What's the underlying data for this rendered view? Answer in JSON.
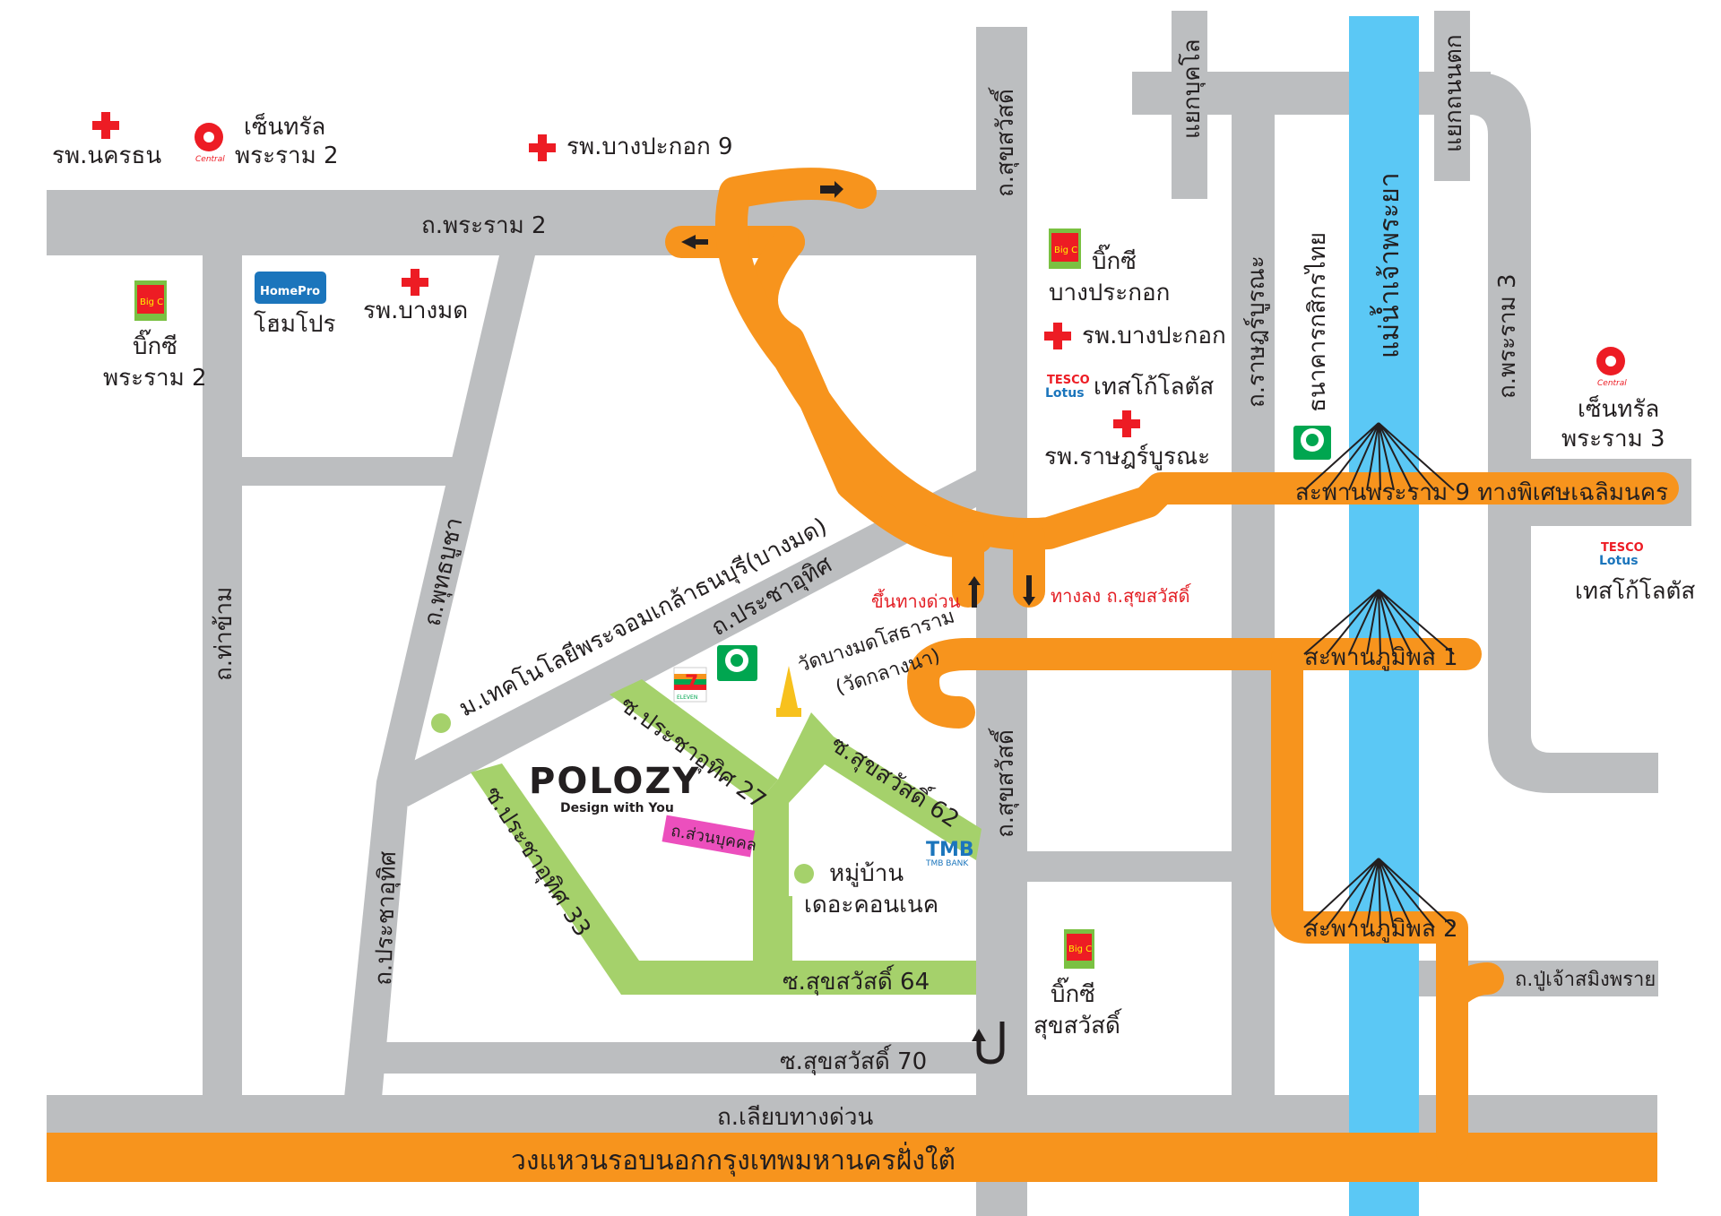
{
  "colors": {
    "road": "#bcbec0",
    "expressway": "#f7941d",
    "soi": "#a5d16b",
    "river": "#5bc8f5",
    "hospital": "#ed1c24",
    "dot": "#a5d16b",
    "private_road": "#ec4fbd"
  },
  "roads": {
    "rama2": "ถ.พระราม 2",
    "suksawat_top": "ถ.สุขสวัสดิ์",
    "suksawat_mid": "ถ.สุขสวัสดิ์",
    "tha_kham": "ถ.ท่าข้าม",
    "phutthabucha": "ถ.พุทธบูชา",
    "pracha_uthit": "ถ.ประชาอุทิศ",
    "pracha_uthit_diag": "ถ.ประชาอุทิศ",
    "rat_burana": "ถ.ราษฎร์บูรณะ",
    "rama3": "ถ.พระราม 3",
    "kaset_junction_left": "แยกบุคโล",
    "kaset_junction_right": "แยกถนนตก",
    "frontage": "ถ.เลียบทางด่วน",
    "outer_ring": "วงแหวนรอบนอกกรุงเทพมหานครฝั่งใต้",
    "puchao": "ถ.ปู่เจ้าสมิงพราย",
    "private_road": "ถ.ส่วนบุคคล"
  },
  "soi": {
    "pracha_uthit_27": "ซ.ประชาอุทิศ 27",
    "pracha_uthit_33": "ซ.ประชาอุทิศ 33",
    "suksawat_62": "ซ.สุขสวัสดิ์ 62",
    "suksawat_64": "ซ.สุขสวัสดิ์ 64",
    "suksawat_70": "ซ.สุขสวัสดิ์ 70"
  },
  "bridges": {
    "rama9": "สะพานพระราม 9  ทางพิเศษเฉลิมนคร",
    "bhumibol1": "สะพานภูมิพล 1",
    "bhumibol2": "สะพานภูมิพล 2"
  },
  "river": "แม่น้ำเจ้าพระยา",
  "ramps": {
    "up": "ขึ้นทางด่วน",
    "down": "ทางลง ถ.สุขสวัสดิ์"
  },
  "places": {
    "hosp_nakhon_thon": "รพ.นครธน",
    "central_rama2_l1": "เซ็นทรัล",
    "central_rama2_l2": "พระราม 2",
    "hosp_bangpakok9": "รพ.บางปะกอก 9",
    "bigc_rama2_l1": "บิ๊กซี",
    "bigc_rama2_l2": "พระราม 2",
    "homepro": "โฮมโปร",
    "hosp_bangmod": "รพ.บางมด",
    "bigc_bangprakok_l1": "บิ๊กซี",
    "bigc_bangprakok_l2": "บางประกอก",
    "hosp_bangpakok": "รพ.บางปะกอก",
    "tesco_1": "เทสโก้โลตัส",
    "hosp_ratburana": "รพ.ราษฎร์บูรณะ",
    "kbank": "ธนาคารกสิกรไทย",
    "central_rama3_l1": "เซ็นทรัล",
    "central_rama3_l2": "พระราม 3",
    "tesco_2": "เทสโก้โลตัส",
    "kmutt": "ม.เทคโนโลยีพระจอมเกล้าธนบุรี(บางมด)",
    "temple_l1": "วัดบางมดโสธาราม",
    "temple_l2": "(วัดกลางนา)",
    "village_l1": "หมู่บ้าน",
    "village_l2": "เดอะคอนเนค",
    "bigc_suksawat_l1": "บิ๊กซี",
    "bigc_suksawat_l2": "สุขสวัสดิ์"
  },
  "logos": {
    "central": "Central",
    "homepro": "HomePro",
    "tesco_top": "TESCO",
    "tesco_bottom": "Lotus",
    "tmb": "TMB",
    "tmb_sub": "TMB BANK",
    "seven": "7",
    "seven_sub": "ELEVEN",
    "bigc": "Big C"
  },
  "brand": {
    "name": "POLOZY",
    "tagline": "Design with You"
  }
}
